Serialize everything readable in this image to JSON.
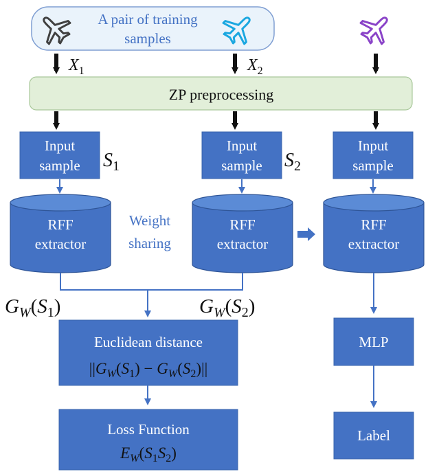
{
  "colors": {
    "box_fill": "#4472c4",
    "box_stroke": "#3a64ad",
    "cyl_top": "#5b8bd6",
    "zp_fill": "#e2efd9",
    "zp_stroke": "#a9c89b",
    "samples_fill": "#eaf3fb",
    "samples_stroke": "#7f9ed2",
    "arrow_black": "#111111",
    "arrow_blue": "#4472c4",
    "text_blue": "#4472c4",
    "plane_gray": "#404040",
    "plane_cyan": "#1aa7e0",
    "plane_purple": "#8a43c8"
  },
  "icons": {
    "plane_left": "airplane-icon",
    "plane_middle": "airplane-icon",
    "plane_right": "airplane-icon"
  },
  "samples_box": {
    "line1": "A pair of training",
    "line2": "samples"
  },
  "inputs": {
    "x1": {
      "base": "X",
      "sub": "1"
    },
    "x2": {
      "base": "X",
      "sub": "2"
    }
  },
  "zp": {
    "label": "ZP preprocessing"
  },
  "input_sample": {
    "line1": "Input",
    "line2": "sample"
  },
  "s_labels": {
    "s1": {
      "base": "S",
      "sub": "1"
    },
    "s2": {
      "base": "S",
      "sub": "2"
    }
  },
  "rff": {
    "line1": "RFF",
    "line2": "extractor"
  },
  "weight_sharing": {
    "line1": "Weight",
    "line2": "sharing"
  },
  "g_labels": {
    "g1": {
      "G": "G",
      "W": "W",
      "open": "(",
      "S": "S",
      "sub": "1",
      "close": ")"
    },
    "g2": {
      "G": "G",
      "W": "W",
      "open": "(",
      "S": "S",
      "sub": "2",
      "close": ")"
    }
  },
  "euclid": {
    "title": "Euclidean distance",
    "formula": {
      "bars_open": "||",
      "G1": "G",
      "W1": "W",
      "p1_open": "(",
      "S1": "S",
      "s1": "1",
      "p1_close": ")",
      "minus": " − ",
      "G2": "G",
      "W2": "W",
      "p2_open": "(",
      "S2": "S",
      "s2": "2",
      "p2_close": ")",
      "bars_close": "||"
    }
  },
  "loss": {
    "title": "Loss Function",
    "formula": {
      "E": "E",
      "W": "W",
      "open": "(",
      "S1": "S",
      "s1": "1",
      "S2": "S",
      "s2": "2",
      "close": ")"
    }
  },
  "mlp": {
    "label": "MLP"
  },
  "label_box": {
    "label": "Label"
  }
}
